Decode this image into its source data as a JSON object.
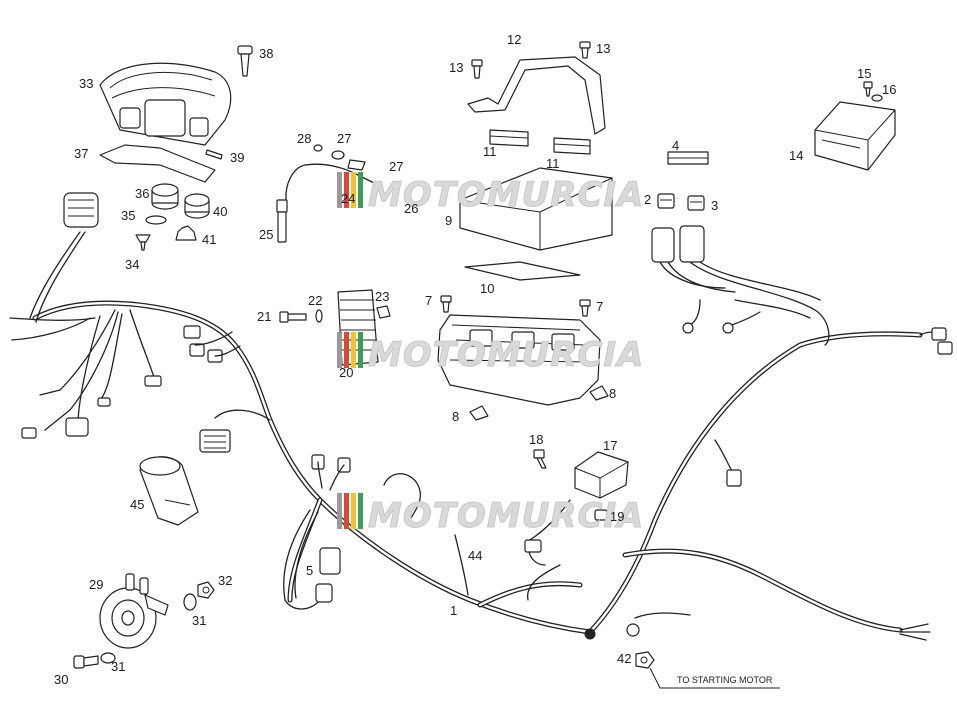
{
  "labels": {
    "p1": "1",
    "p2": "2",
    "p3": "3",
    "p4": "4",
    "p5": "5",
    "p7a": "7",
    "p7b": "7",
    "p8a": "8",
    "p8b": "8",
    "p9": "9",
    "p10": "10",
    "p11a": "11",
    "p11b": "11",
    "p12": "12",
    "p13a": "13",
    "p13b": "13",
    "p14": "14",
    "p15": "15",
    "p16": "16",
    "p17": "17",
    "p18": "18",
    "p19": "19",
    "p20": "20",
    "p21": "21",
    "p22": "22",
    "p23": "23",
    "p24": "24",
    "p25": "25",
    "p26": "26",
    "p27a": "27",
    "p27b": "27",
    "p28": "28",
    "p29": "29",
    "p30": "30",
    "p31a": "31",
    "p31b": "31",
    "p32": "32",
    "p33": "33",
    "p34": "34",
    "p35": "35",
    "p36": "36",
    "p37": "37",
    "p38": "38",
    "p39": "39",
    "p40": "40",
    "p41": "41",
    "p42": "42",
    "p44": "44",
    "p45": "45"
  },
  "note": "TO STARTING MOTOR",
  "watermark": "MOTOMURCIA",
  "colors": {
    "line": "#222222",
    "watermark": "#d9d9d9",
    "logo_red": "#d8463c",
    "logo_yellow": "#f2c230",
    "logo_green": "#3f9b55",
    "logo_gray": "#9a9a9a"
  }
}
